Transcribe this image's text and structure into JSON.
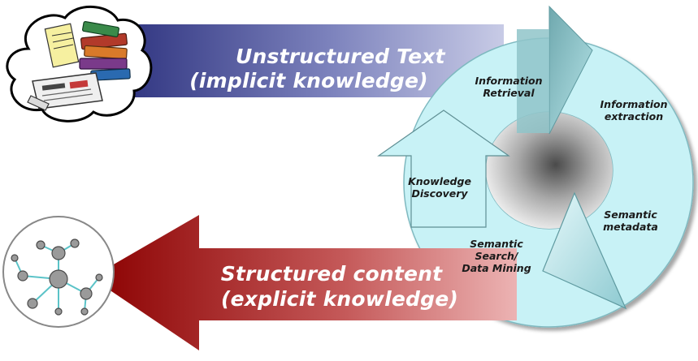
{
  "arrows": {
    "top_line1": "Unstructured Text",
    "top_line2": "(implicit knowledge)",
    "bottom_line1": "Structured content",
    "bottom_line2": "(explicit knowledge)"
  },
  "cycle": {
    "information_retrieval": [
      "Information",
      "Retrieval"
    ],
    "information_extraction": [
      "Information",
      "extraction"
    ],
    "semantic_metadata": [
      "Semantic",
      "metadata"
    ],
    "semantic_search": [
      "Semantic",
      "Search/",
      "Data Mining"
    ],
    "knowledge_discovery": [
      "Knowledge",
      "Discovery"
    ]
  },
  "colors": {
    "top_arrow_dark": "#2f3480",
    "top_arrow_light": "#c4c8e4",
    "bottom_arrow_dark": "#8b0000",
    "bottom_arrow_light": "#e8a7a7",
    "cycle_fill": "#c8f2f6"
  },
  "icons": [
    "books-newspaper-cloud-icon",
    "network-graph-icon"
  ]
}
